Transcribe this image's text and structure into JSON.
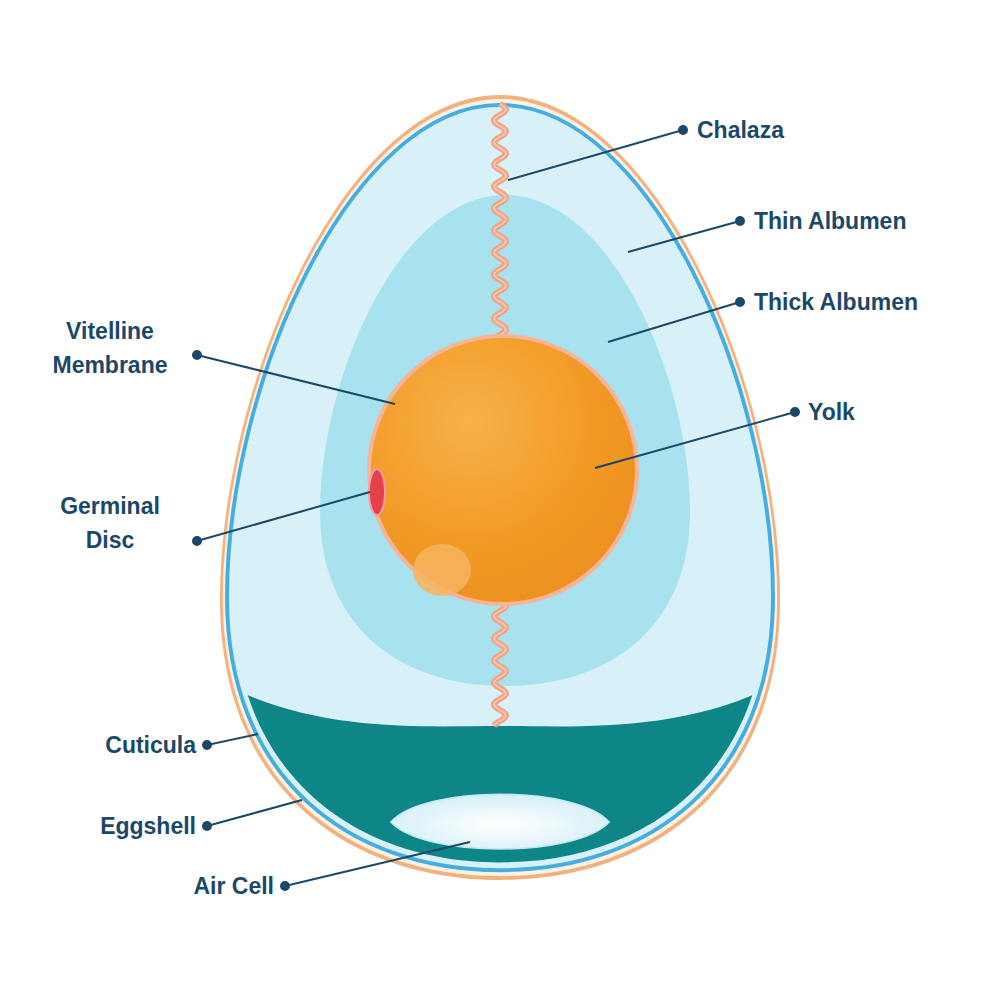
{
  "diagram": {
    "labels": [
      "Chalaza",
      "Thin Albumen",
      "Thick Albumen",
      "Yolk",
      "Vitelline Membrane",
      "Germinal Disc",
      "Cuticula",
      "Eggshell",
      "Air Cell"
    ]
  }
}
